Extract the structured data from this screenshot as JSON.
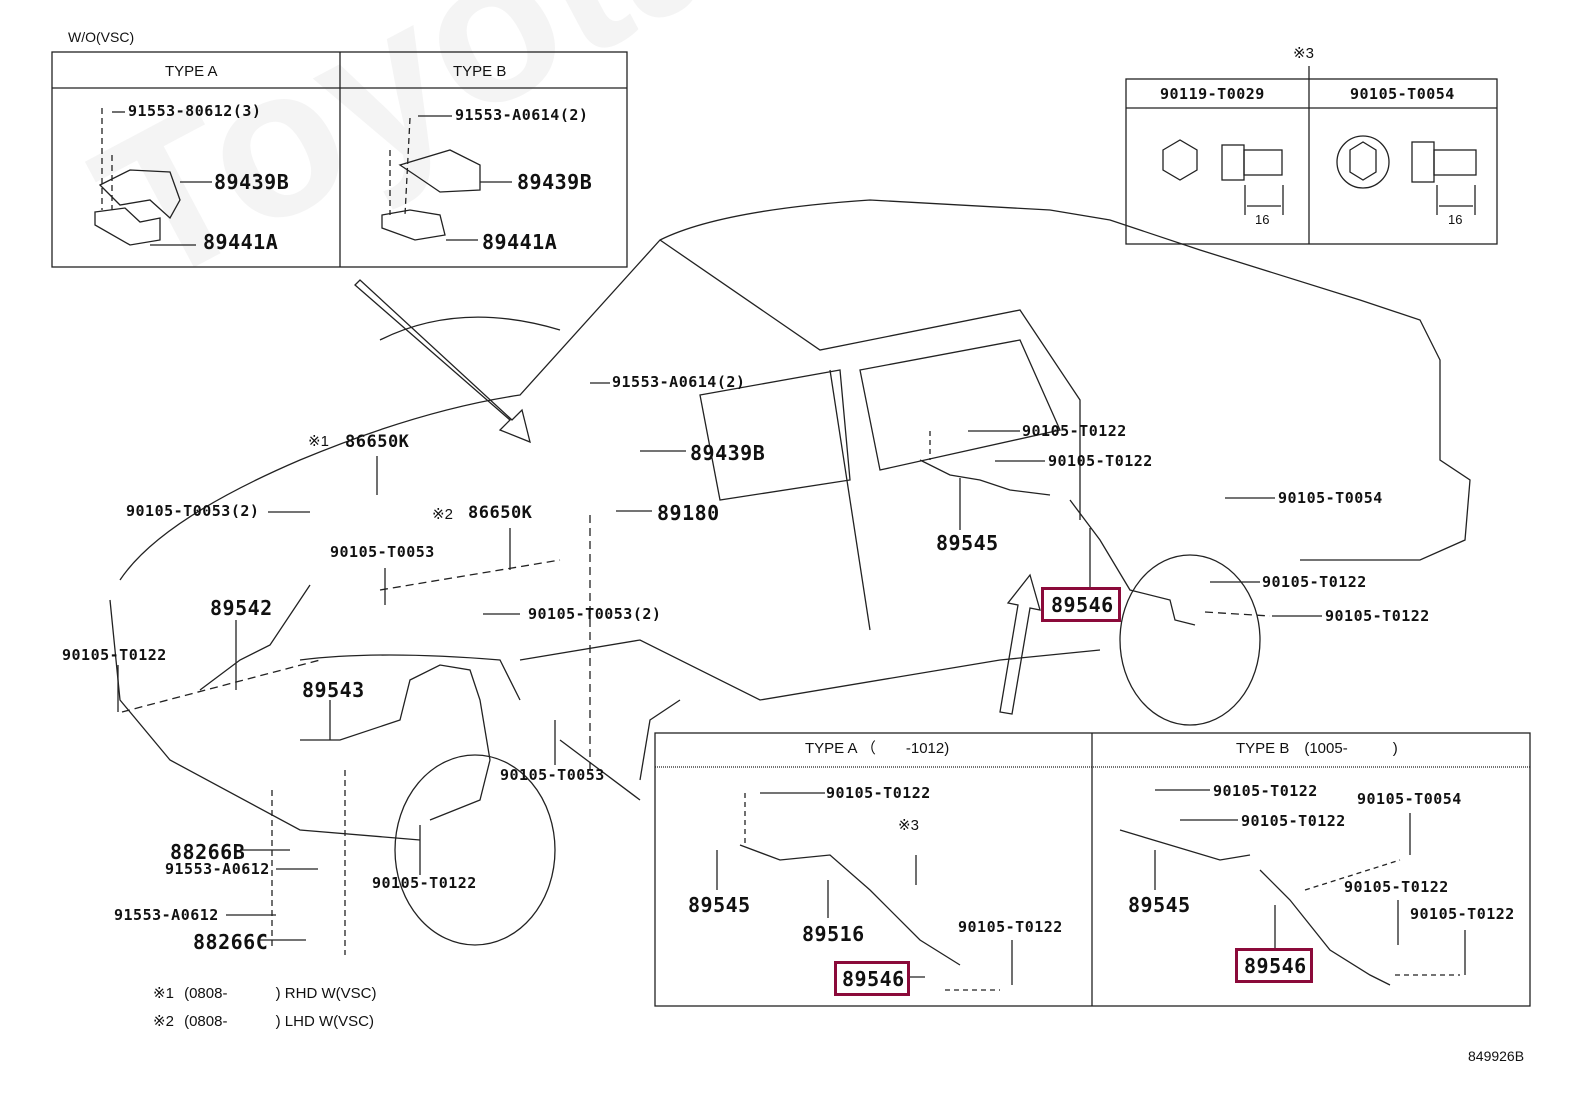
{
  "diagram": {
    "figure_id": "849926B",
    "highlight_color": "#8B0A3A",
    "watermark": "ToyotaCarMaster"
  },
  "top_left_panel": {
    "caption": "W/O(VSC)",
    "type_a": {
      "header": "TYPE A",
      "labels": [
        "91553-80612(3)",
        "89439B",
        "89441A"
      ]
    },
    "type_b": {
      "header": "TYPE B",
      "labels": [
        "91553-A0614(2)",
        "89439B",
        "89441A"
      ]
    }
  },
  "top_right_panel": {
    "note_marker": "※3",
    "col1_header": "90119-T0029",
    "col2_header": "90105-T0054",
    "dim1": "16",
    "dim2": "16"
  },
  "main_view": {
    "labels": {
      "m1": "※1",
      "p86650k_1": "86650K",
      "m2": "※2",
      "p86650k_2": "86650K",
      "p90105_t0053_2a": "90105-T0053(2)",
      "p90105_t0053_a": "90105-T0053",
      "p89542": "89542",
      "p90105_t0122_a": "90105-T0122",
      "p89543": "89543",
      "p90105_t0053_2b": "90105-T0053(2)",
      "p90105_t0053_b": "90105-T0053",
      "p88266b": "88266B",
      "p91553_a0612_a": "91553-A0612",
      "p90105_t0122_b": "90105-T0122",
      "p91553_a0612_b": "91553-A0612",
      "p88266c": "88266C",
      "p91553_a0614": "91553-A0614(2)",
      "p89439b": "89439B",
      "p89180": "89180",
      "p90105_t0122_c": "90105-T0122",
      "p90105_t0122_d": "90105-T0122",
      "p89545": "89545",
      "p90105_t0054": "90105-T0054",
      "p89546": "89546",
      "p90105_t0122_e": "90105-T0122",
      "p90105_t0122_f": "90105-T0122"
    },
    "notes": [
      {
        "marker": "※1",
        "range": "(0808-",
        "suffix": ") RHD W(VSC)"
      },
      {
        "marker": "※2",
        "range": "(0808-",
        "suffix": ") LHD W(VSC)"
      }
    ]
  },
  "bottom_panel": {
    "type_a": {
      "header": "TYPE A （　　-1012)",
      "labels": {
        "bolt1": "90105-T0122",
        "note": "※3",
        "p89545": "89545",
        "p89516": "89516",
        "bolt2": "90105-T0122",
        "p89546": "89546"
      }
    },
    "type_b": {
      "header": "TYPE B　(1005-　　　)",
      "labels": {
        "bolt1": "90105-T0122",
        "bolt2": "90105-T0122",
        "bolt3": "90105-T0054",
        "p89545": "89545",
        "bolt4": "90105-T0122",
        "bolt5": "90105-T0122",
        "p89546": "89546"
      }
    }
  }
}
